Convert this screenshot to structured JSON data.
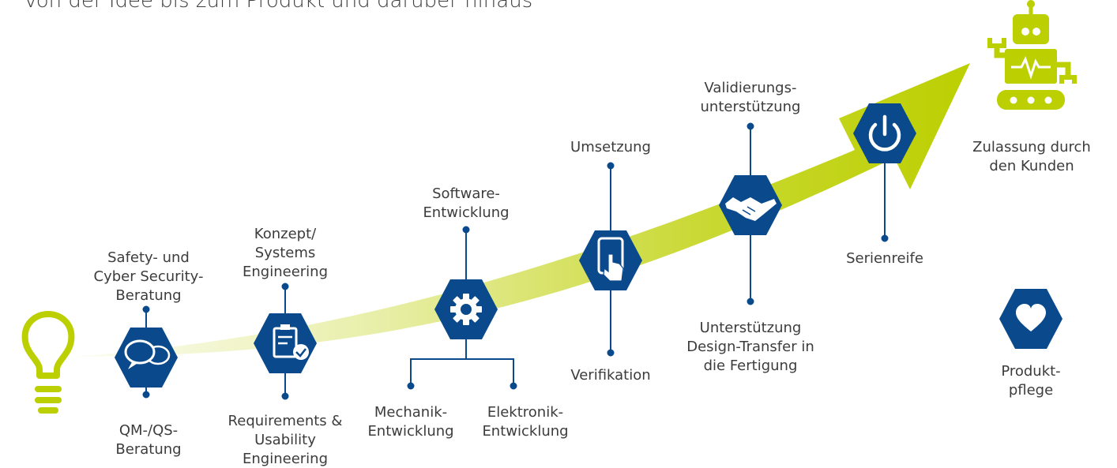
{
  "heading": "Von der Idee bis zum Produkt und darüber hinaus",
  "colors": {
    "navy": "#0a4a8c",
    "lime": "#bccf00",
    "line": "#0a4a8c"
  },
  "stages": {
    "safety": "Safety- und\nCyber Security-\nBeratung",
    "qm": "QM-/QS-\nBeratung",
    "konzept": "Konzept/\nSystems\nEngineering",
    "requirements": "Requirements &\nUsability\nEngineering",
    "software": "Software-\nEntwicklung",
    "mechanik": "Mechanik-\nEntwicklung",
    "elektronik": "Elektronik-\nEntwicklung",
    "umsetzung": "Umsetzung",
    "verifikation": "Verifikation",
    "validierung": "Validierungs-\nunterstützung",
    "transfer": "Unterstützung\nDesign-Transfer in\ndie Fertigung",
    "serienreife": "Serienreife",
    "zulassung": "Zulassung durch\nden Kunden",
    "produktpflege": "Produkt-\npflege"
  },
  "icons": {
    "idea": "lightbulb-icon",
    "consulting": "speech-bubbles-icon",
    "concept": "clipboard-check-icon",
    "software": "gear-icon",
    "implementation": "tablet-touch-icon",
    "validation": "handshake-icon",
    "series": "power-icon",
    "approval": "robot-icon",
    "care": "heart-icon"
  }
}
